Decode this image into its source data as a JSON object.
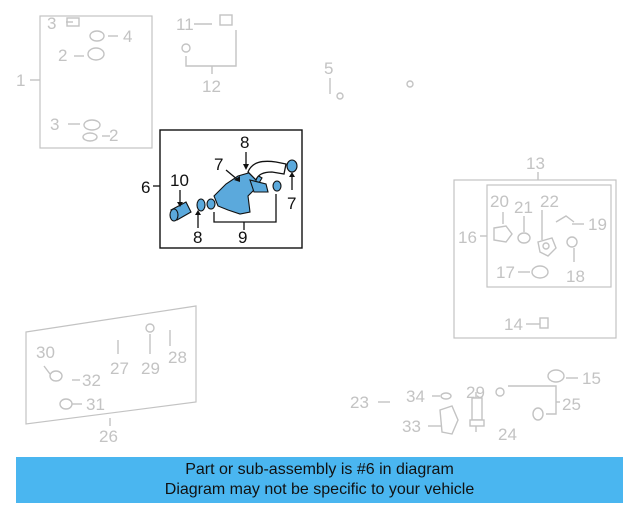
{
  "callouts": {
    "c1": "1",
    "c2a": "2",
    "c2b": "2",
    "c3a": "3",
    "c3b": "3",
    "c4": "4",
    "c5": "5",
    "c6": "6",
    "c7a": "7",
    "c7b": "7",
    "c8a": "8",
    "c8b": "8",
    "c9": "9",
    "c10": "10",
    "c11": "11",
    "c12": "12",
    "c13": "13",
    "c14": "14",
    "c15": "15",
    "c16": "16",
    "c17": "17",
    "c18": "18",
    "c19": "19",
    "c20": "20",
    "c21": "21",
    "c22": "22",
    "c23": "23",
    "c24": "24",
    "c25": "25",
    "c26": "26",
    "c27": "27",
    "c28": "28",
    "c29a": "29",
    "c29b": "29",
    "c30": "30",
    "c31": "31",
    "c32": "32",
    "c33": "33",
    "c34": "34"
  },
  "banner": {
    "line1": "Part or sub-assembly is #6 in diagram",
    "line2": "Diagram may not be specific to your vehicle"
  },
  "colors": {
    "highlight_part": "#5ba9dc",
    "banner_bg": "#4ab6f0",
    "faded_line": "#c3c3c3"
  }
}
